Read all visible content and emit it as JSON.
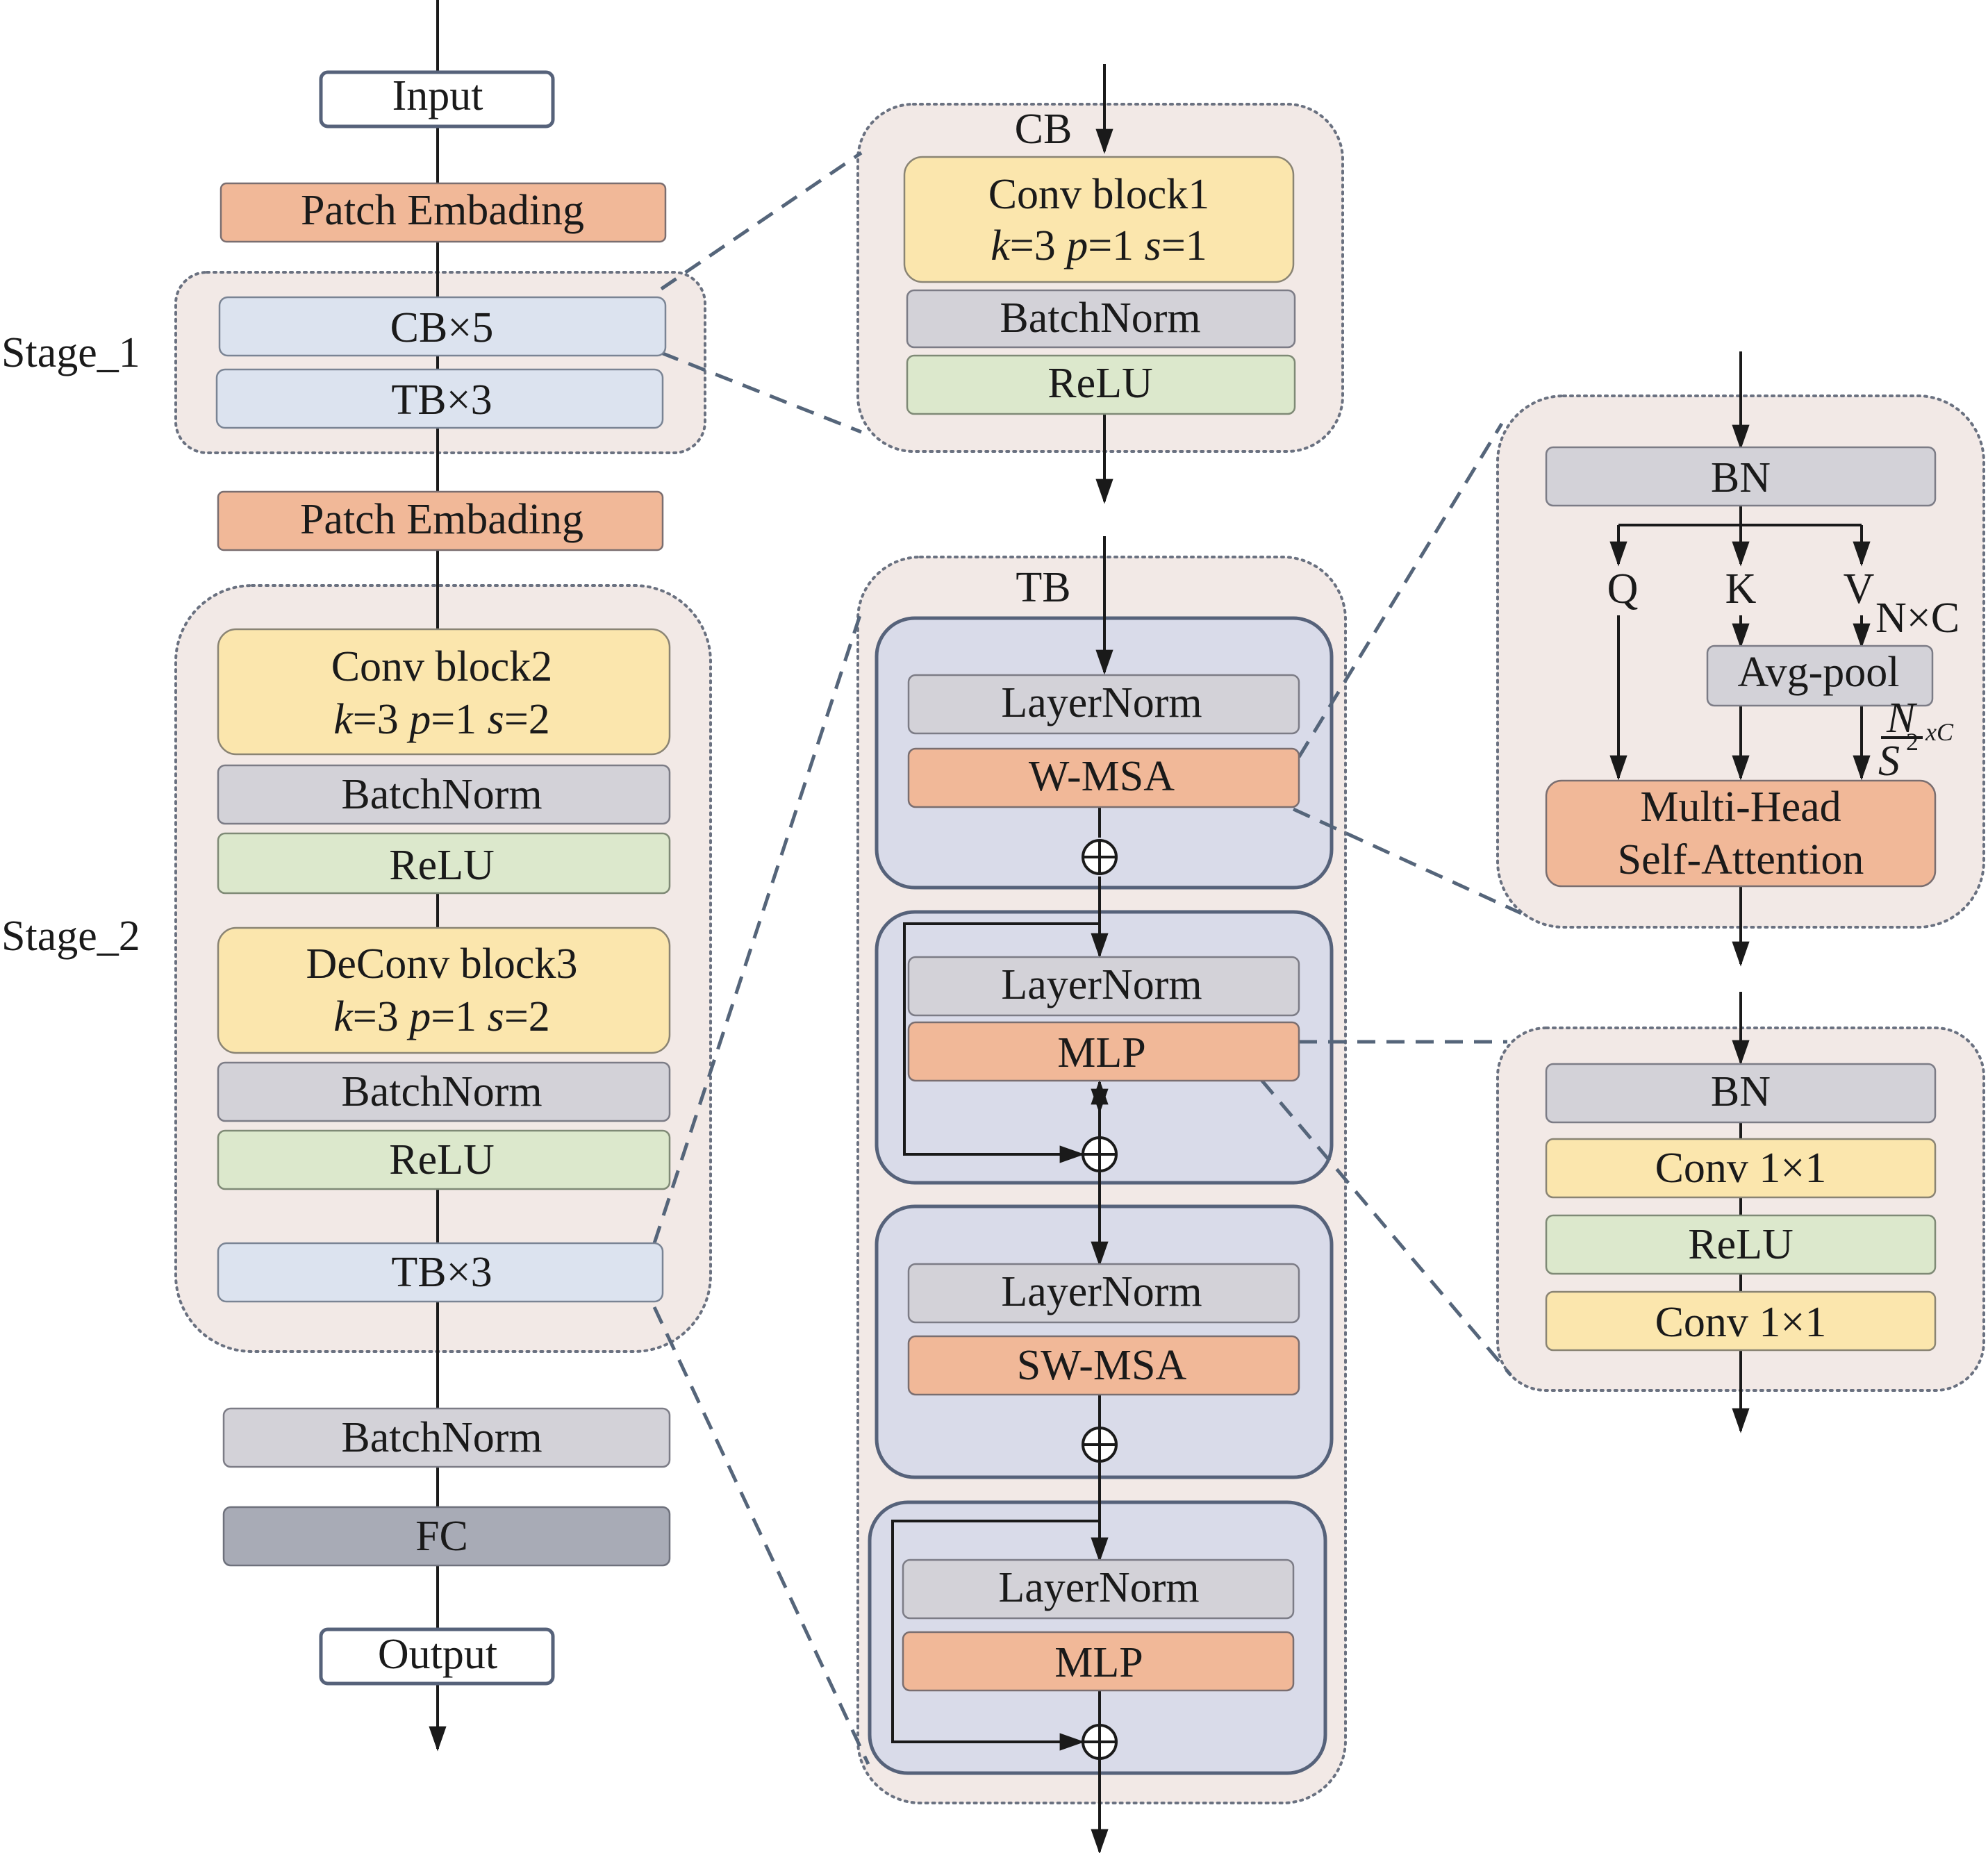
{
  "left": {
    "input": "Input",
    "patch_embed_1": "Patch Embading",
    "stage1_label": "Stage_1",
    "cb5": "CB×5",
    "tb3_s1": "TB×3",
    "patch_embed_2": "Patch Embading",
    "stage2_label": "Stage_2",
    "conv2_title": "Conv block2",
    "conv2_params": [
      "k",
      "=3 ",
      "p",
      "=1 ",
      "s",
      "=2"
    ],
    "bn1": "BatchNorm",
    "relu1": "ReLU",
    "deconv3_title": "DeConv block3",
    "deconv3_params": [
      "k",
      "=3 ",
      "p",
      "=1 ",
      "s",
      "=2"
    ],
    "bn2": "BatchNorm",
    "relu2": "ReLU",
    "tb3_s2": "TB×3",
    "bn_final": "BatchNorm",
    "fc": "FC",
    "output": "Output"
  },
  "cb": {
    "title": "CB",
    "conv1_title": "Conv block1",
    "conv1_params": [
      "k",
      "=3 ",
      "p",
      "=1 ",
      "s",
      "=1"
    ],
    "bn": "BatchNorm",
    "relu": "ReLU"
  },
  "tb": {
    "title": "TB",
    "ln1": "LayerNorm",
    "wmsa": "W-MSA",
    "ln2": "LayerNorm",
    "mlp1": "MLP",
    "ln3": "LayerNorm",
    "swmsa": "SW-MSA",
    "ln4": "LayerNorm",
    "mlp2": "MLP"
  },
  "attn": {
    "bn": "BN",
    "q": "Q",
    "k": "K",
    "v": "V",
    "nxc": "N×C",
    "avgpool": "Avg-pool",
    "frac_num": "N",
    "frac_den": "S",
    "frac_exp": "2",
    "frac_suffix": "xC",
    "mhsa_1": "Multi-Head",
    "mhsa_2": "Self-Attention"
  },
  "mlp_detail": {
    "bn": "BN",
    "conv_a": "Conv 1×1",
    "relu": "ReLU",
    "conv_b": "Conv 1×1"
  }
}
